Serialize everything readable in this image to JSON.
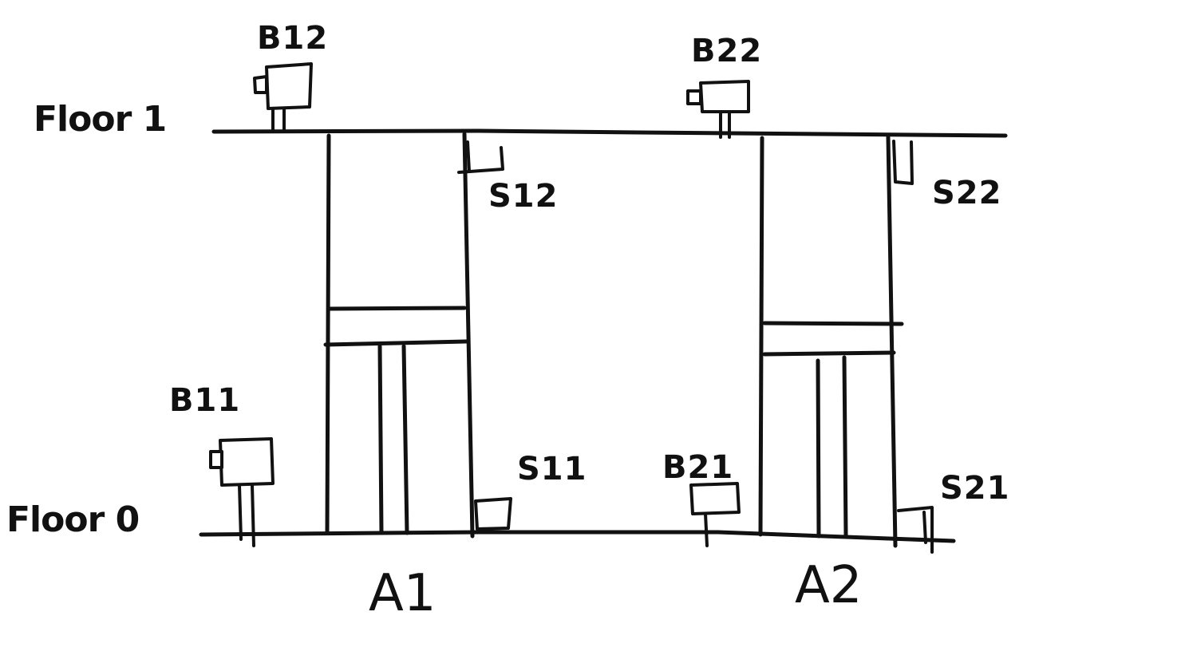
{
  "labels": {
    "floor1": "Floor 1",
    "floor0": "Floor 0",
    "b12": "B12",
    "b22": "B22",
    "b11": "B11",
    "b21": "B21",
    "s12": "S12",
    "s22": "S22",
    "s11": "S11",
    "s21": "S21",
    "a1": "A1",
    "a2": "A2"
  },
  "colors": {
    "ink": "#111111",
    "paper": "#ffffff"
  }
}
